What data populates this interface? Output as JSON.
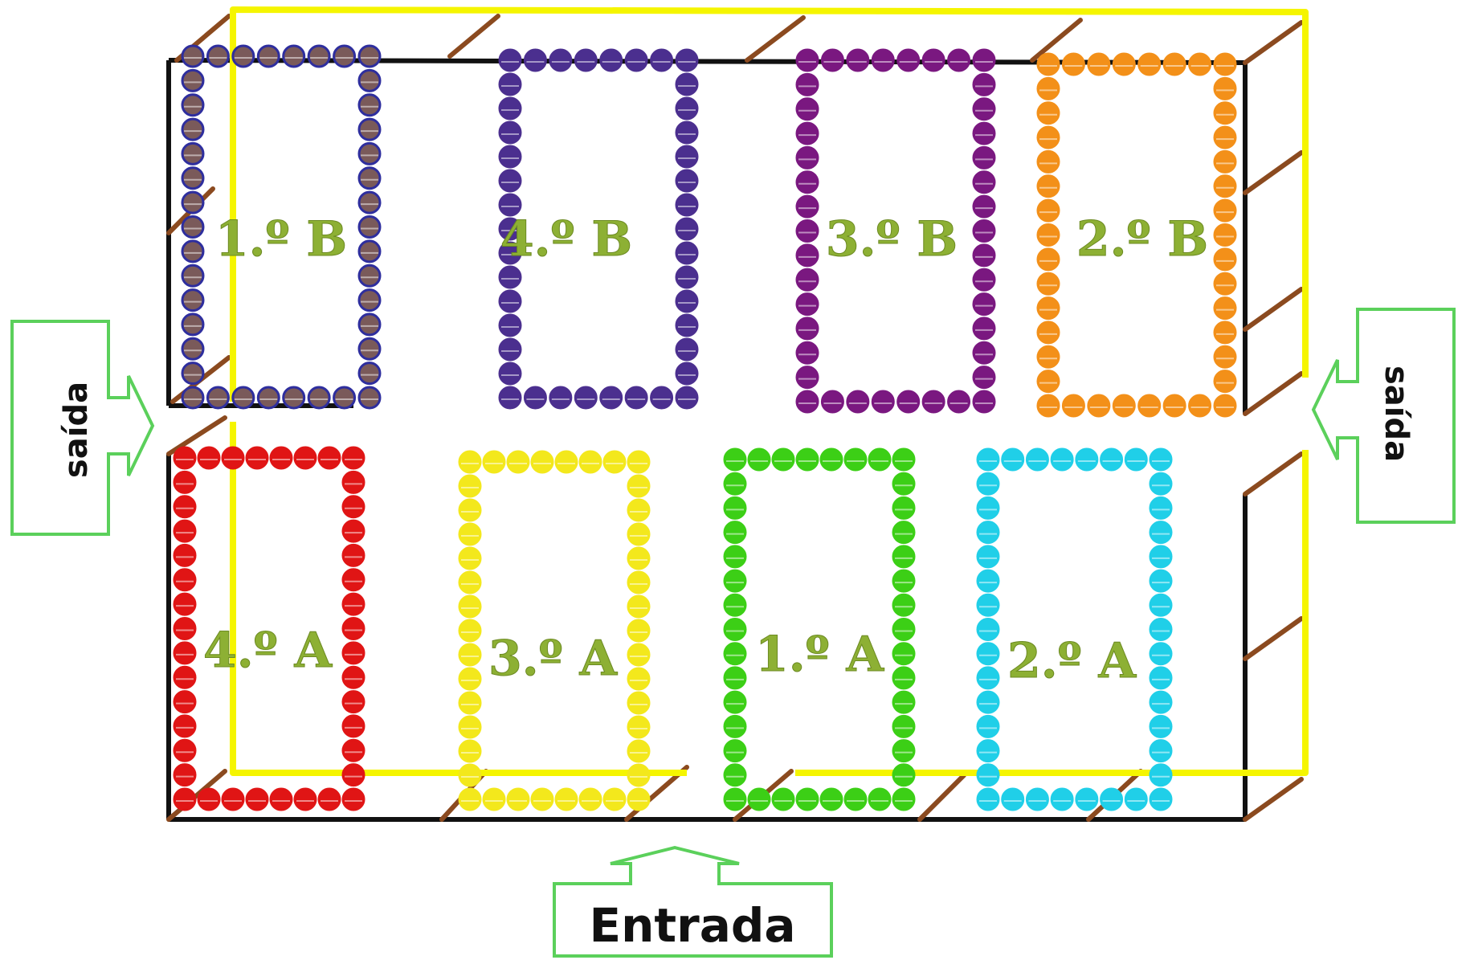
{
  "rooms": [
    {
      "label": "1.º B",
      "color": "#2e2e9e",
      "fill": "#7a5a5a"
    },
    {
      "label": "4.º B",
      "color": "#4b2f8f"
    },
    {
      "label": "3.º B",
      "color": "#7a1880"
    },
    {
      "label": "2.º B",
      "color": "#f39019"
    },
    {
      "label": "4.º A",
      "color": "#e01515"
    },
    {
      "label": "3.º A",
      "color": "#f3e81c"
    },
    {
      "label": "1.º A",
      "color": "#3ccf16"
    },
    {
      "label": "2.º A",
      "color": "#20cfe8"
    }
  ],
  "exits": {
    "left": "saída",
    "right": "saída"
  },
  "entrance": "Entrada",
  "colors": {
    "route": "#f5f500",
    "label": "#8DB034",
    "arrow": "#5bd05b",
    "door": "#8b4a1f",
    "wall": "#111111"
  }
}
